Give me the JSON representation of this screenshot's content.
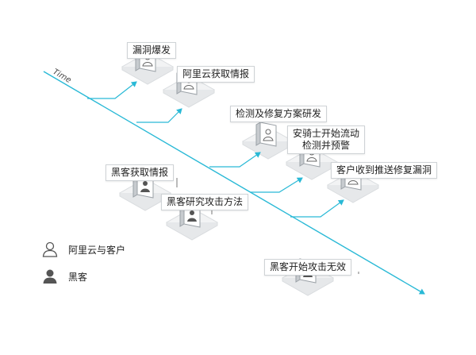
{
  "timeline": {
    "label": "Time"
  },
  "events": [
    {
      "id": "vuln-outbreak",
      "label": "漏洞爆发",
      "actor": "customer"
    },
    {
      "id": "aliyun-intel",
      "label": "阿里云获取情报",
      "actor": "customer"
    },
    {
      "id": "detect-fix-dev",
      "label": "检测及修复方案研发",
      "actor": "customer"
    },
    {
      "id": "knight-monitor",
      "label": "安骑士开始流动\n检测并预警",
      "actor": "customer"
    },
    {
      "id": "customer-fix",
      "label": "客户收到推送修复漏洞",
      "actor": "customer"
    },
    {
      "id": "hacker-intel",
      "label": "黑客获取情报",
      "actor": "hacker"
    },
    {
      "id": "hacker-research",
      "label": "黑客研究攻击方法",
      "actor": "hacker"
    },
    {
      "id": "hacker-attack",
      "label": "黑客开始攻击无效",
      "actor": "hacker"
    }
  ],
  "legend": [
    {
      "label": "阿里云与客户",
      "icon": "person-outline-icon"
    },
    {
      "label": "黑客",
      "icon": "person-filled-icon"
    }
  ],
  "colors": {
    "timeline": "#29b9d6",
    "card_outline": "#d9dcdf",
    "hacker_icon": "#555555"
  }
}
